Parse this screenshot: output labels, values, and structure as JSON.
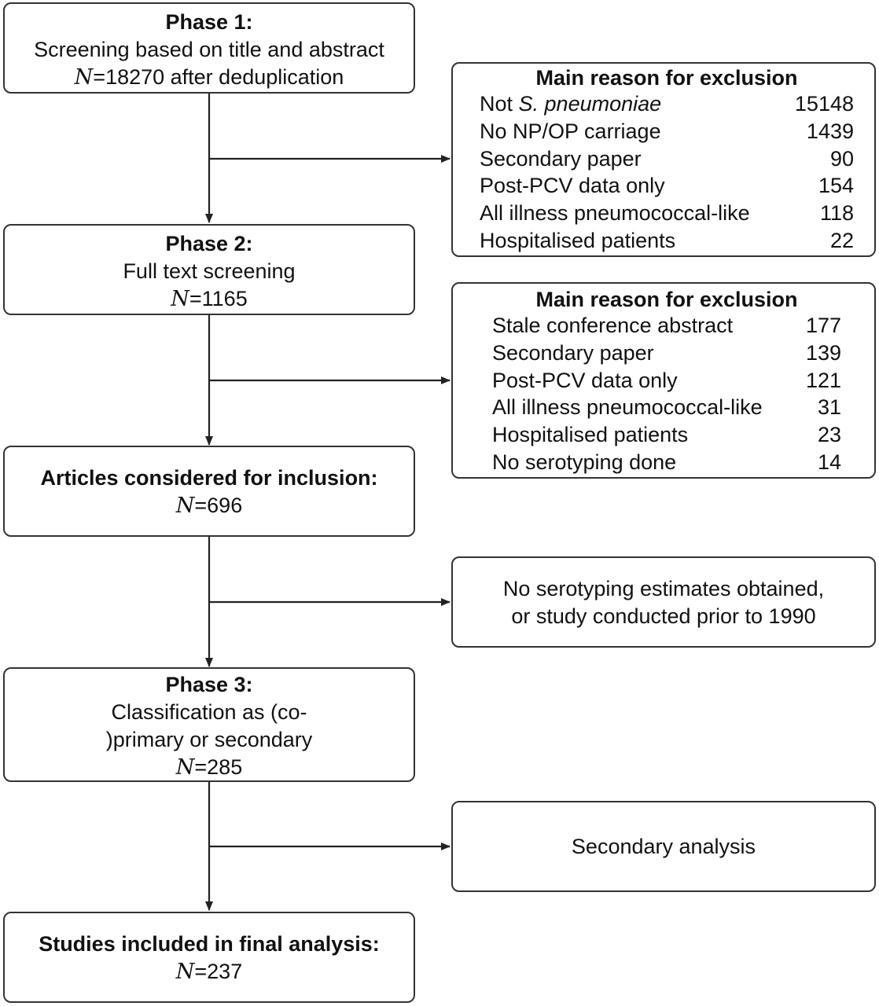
{
  "phase1": {
    "title": "Phase 1:",
    "line": "Screening based on title and abstract",
    "n_symbol": "N",
    "n_value": "=18270 after deduplication"
  },
  "exclusion1": {
    "title": "Main reason for exclusion",
    "rows": [
      {
        "label_pre": "Not ",
        "label_italic": "S. pneumoniae",
        "count": "15148"
      },
      {
        "label_pre": "No NP/OP carriage",
        "label_italic": "",
        "count": "1439"
      },
      {
        "label_pre": "Secondary paper",
        "label_italic": "",
        "count": "90"
      },
      {
        "label_pre": "Post-PCV data only",
        "label_italic": "",
        "count": "154"
      },
      {
        "label_pre": "All illness pneumococcal-like",
        "label_italic": "",
        "count": "118"
      },
      {
        "label_pre": "Hospitalised patients",
        "label_italic": "",
        "count": "22"
      }
    ]
  },
  "phase2": {
    "title": "Phase 2:",
    "line": "Full text screening",
    "n_symbol": "N",
    "n_value": "=1165"
  },
  "exclusion2": {
    "title": "Main reason for exclusion",
    "rows": [
      {
        "label": "Stale conference abstract",
        "count": "177"
      },
      {
        "label": "Secondary paper",
        "count": "139"
      },
      {
        "label": "Post-PCV data only",
        "count": "121"
      },
      {
        "label": "All illness pneumococcal-like",
        "count": "31"
      },
      {
        "label": "Hospitalised patients",
        "count": "23"
      },
      {
        "label": "No serotyping done",
        "count": "14"
      }
    ]
  },
  "considered": {
    "title": "Articles considered for inclusion:",
    "n_symbol": "N",
    "n_value": "=696"
  },
  "exclusion3": {
    "line1": "No serotyping estimates obtained,",
    "line2": "or study conducted prior to 1990"
  },
  "phase3": {
    "title": "Phase 3:",
    "line1": "Classification as (co-",
    "line2": ")primary or secondary",
    "n_symbol": "N",
    "n_value": "=285"
  },
  "secondary": {
    "label": "Secondary analysis"
  },
  "final": {
    "title": "Studies included in final analysis:",
    "n_symbol": "N",
    "n_value": "=237"
  }
}
